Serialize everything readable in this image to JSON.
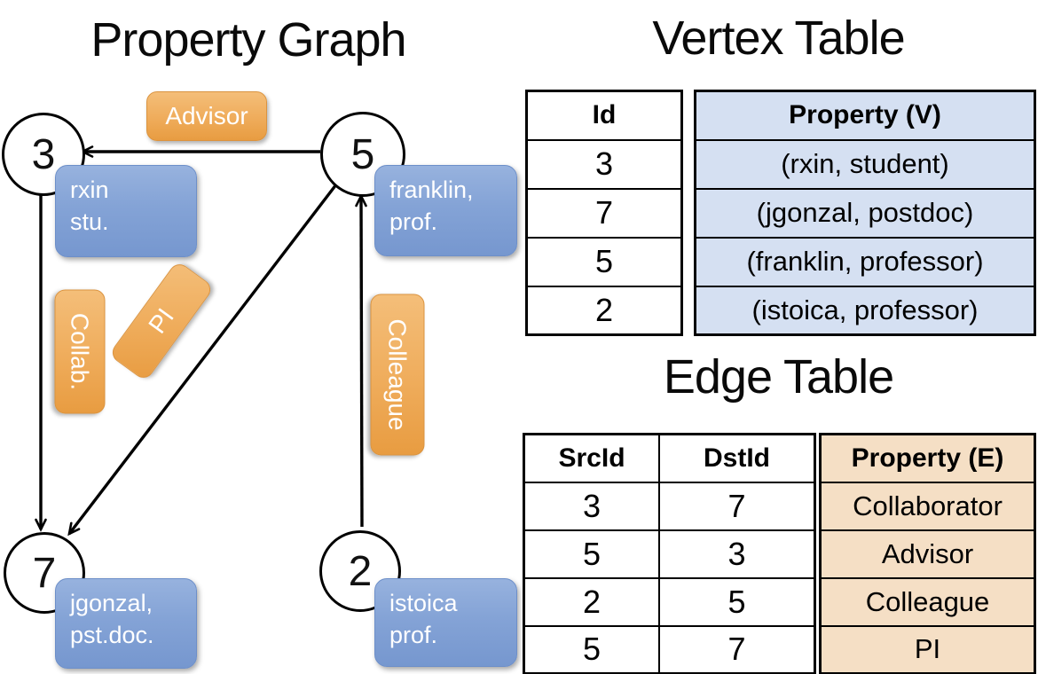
{
  "graph": {
    "title": "Property Graph",
    "vertices": {
      "v3": "3",
      "v5": "5",
      "v7": "7",
      "v2": "2"
    },
    "vertex_boxes": {
      "rxin": {
        "line1": "rxin",
        "line2": "stu."
      },
      "franklin": {
        "line1": "franklin,",
        "line2": "prof."
      },
      "jgonzal": {
        "line1": "jgonzal,",
        "line2": "pst.doc."
      },
      "istoica": {
        "line1": "istoica",
        "line2": "prof."
      }
    },
    "edge_labels": {
      "advisor": "Advisor",
      "collab": "Collab.",
      "pi": "PI",
      "colleague": "Colleague"
    }
  },
  "vertex_table": {
    "title": "Vertex Table",
    "headers": {
      "id": "Id",
      "property": "Property (V)"
    },
    "rows": [
      {
        "id": "3",
        "property": "(rxin, student)"
      },
      {
        "id": "7",
        "property": "(jgonzal, postdoc)"
      },
      {
        "id": "5",
        "property": "(franklin, professor)"
      },
      {
        "id": "2",
        "property": "(istoica, professor)"
      }
    ]
  },
  "edge_table": {
    "title": "Edge Table",
    "headers": {
      "src": "SrcId",
      "dst": "DstId",
      "property": "Property (E)"
    },
    "rows": [
      {
        "src": "3",
        "dst": "7",
        "property": "Collaborator"
      },
      {
        "src": "5",
        "dst": "3",
        "property": "Advisor"
      },
      {
        "src": "2",
        "dst": "5",
        "property": "Colleague"
      },
      {
        "src": "5",
        "dst": "7",
        "property": "PI"
      }
    ]
  },
  "colors": {
    "orange_top": "#F4BE79",
    "orange_bottom": "#E89C41",
    "blue_top": "#97B2DE",
    "blue_bottom": "#7697CF",
    "vertex_property_fill": "#D5E0F2",
    "edge_property_fill": "#F5DFC5",
    "line_color": "#000000"
  }
}
